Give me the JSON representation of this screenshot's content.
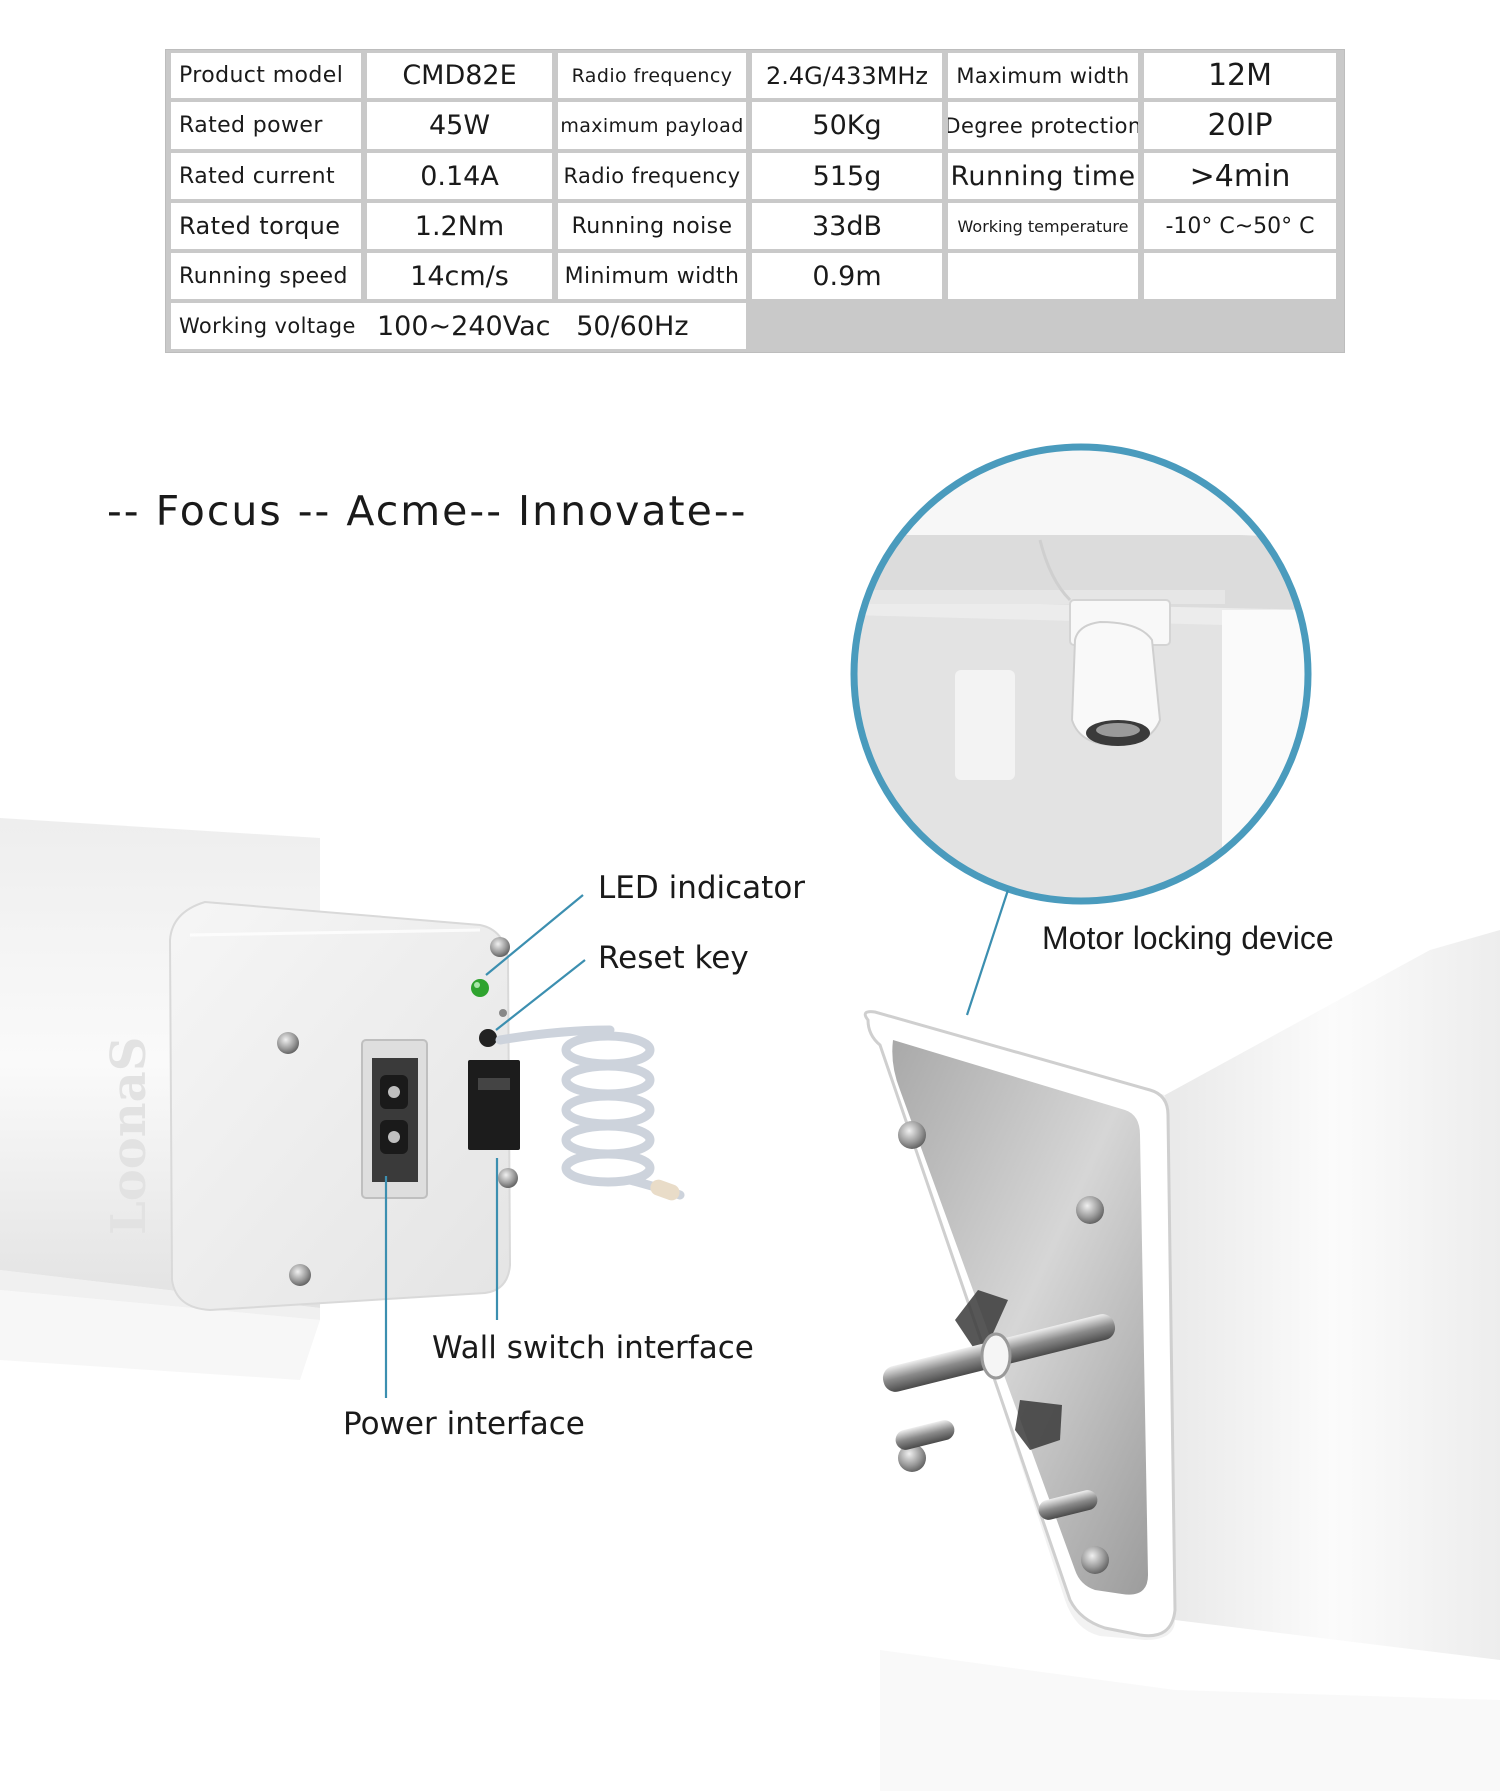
{
  "specs": {
    "rows": [
      [
        {
          "label": "Product model",
          "value": "CMD82E"
        },
        {
          "label": "Radio frequency",
          "value": "2.4G/433MHz"
        },
        {
          "label": "Maximum width",
          "value": "12M"
        }
      ],
      [
        {
          "label": "Rated power",
          "value": "45W"
        },
        {
          "label": "maximum payload",
          "value": "50Kg"
        },
        {
          "label": "Degree protection",
          "value": "20IP"
        }
      ],
      [
        {
          "label": "Rated current",
          "value": "0.14A"
        },
        {
          "label": "Radio frequency",
          "value": "515g"
        },
        {
          "label": "Running time",
          "value": ">4min"
        }
      ],
      [
        {
          "label": "Rated torque",
          "value": "1.2Nm"
        },
        {
          "label": "Running noise",
          "value": "33dB"
        },
        {
          "label": "Working temperature",
          "value": "-10° C~50° C"
        }
      ],
      [
        {
          "label": "Running speed",
          "value": "14cm/s"
        },
        {
          "label": "Minimum width",
          "value": "0.9m"
        },
        {
          "label": "",
          "value": ""
        }
      ]
    ],
    "voltage": {
      "label": "Working voltage",
      "value": "100~240Vac   50/60Hz"
    }
  },
  "slogan": "-- Focus -- Acme-- Innovate--",
  "callouts": {
    "led": "LED indicator",
    "reset": "Reset key",
    "wall": "Wall switch interface",
    "power": "Power interface",
    "lock": "Motor locking device"
  },
  "brand": "LoonaS",
  "colors": {
    "callout_line": "#3c8fb0",
    "circle_ring": "#4a9bbd",
    "led_green": "#2fa32f",
    "table_border": "#c9c9c9"
  }
}
